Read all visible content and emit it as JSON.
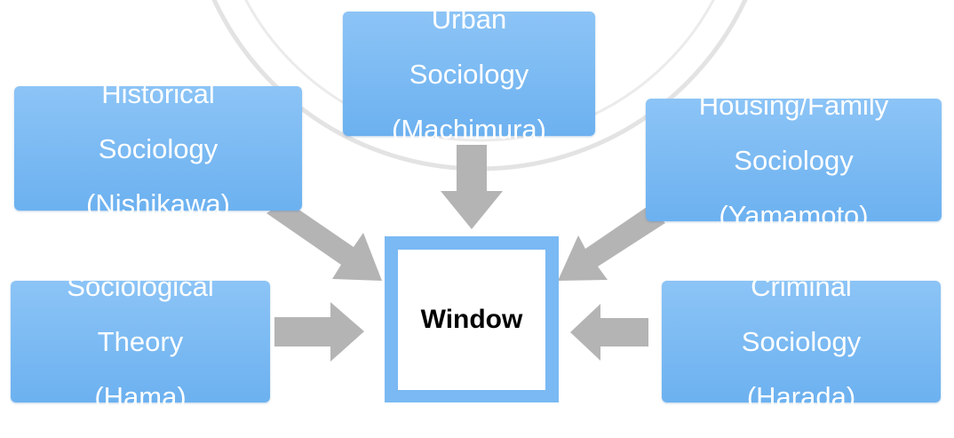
{
  "diagram": {
    "center": {
      "label": "Window"
    },
    "nodes": [
      {
        "id": "urban",
        "lines": [
          "Urban",
          "Sociology",
          "(Machimura)"
        ]
      },
      {
        "id": "historical",
        "lines": [
          "Historical",
          "Sociology",
          "(Nishikawa)"
        ]
      },
      {
        "id": "housing",
        "lines": [
          "Housing/Family",
          "Sociology",
          "(Yamamoto)"
        ]
      },
      {
        "id": "theory",
        "lines": [
          "Sociological",
          "Theory",
          "(Hama)"
        ]
      },
      {
        "id": "criminal",
        "lines": [
          "Criminal",
          "Sociology",
          "(Harada)"
        ]
      }
    ],
    "colors": {
      "box": "#7ab9f3",
      "arrow": "#b4b4b4",
      "center_text": "#000000",
      "box_text": "#ffffff"
    }
  }
}
